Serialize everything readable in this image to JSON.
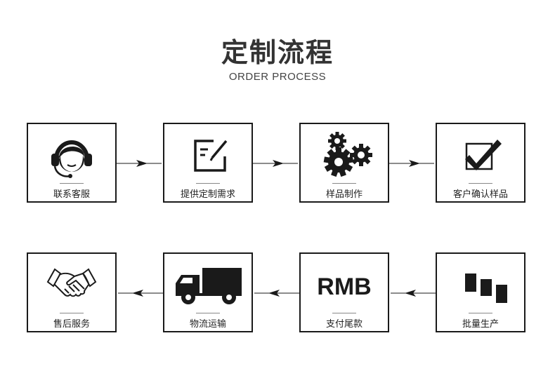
{
  "header": {
    "title": "定制流程",
    "subtitle": "ORDER PROCESS"
  },
  "steps": [
    {
      "label": "联系客服",
      "icon": "customer-service-headset-icon"
    },
    {
      "label": "提供定制需求",
      "icon": "edit-document-icon"
    },
    {
      "label": "样品制作",
      "icon": "gears-icon"
    },
    {
      "label": "客户确认样品",
      "icon": "checkbox-icon"
    },
    {
      "label": "批量生产",
      "icon": "bars-production-icon",
      "text": ""
    },
    {
      "label": "支付尾款",
      "icon": "currency-icon",
      "text": "RMB"
    },
    {
      "label": "物流运输",
      "icon": "truck-icon"
    },
    {
      "label": "售后服务",
      "icon": "handshake-icon"
    }
  ],
  "colors": {
    "stroke": "#1a1a1a",
    "text": "#222222",
    "title": "#333333"
  }
}
